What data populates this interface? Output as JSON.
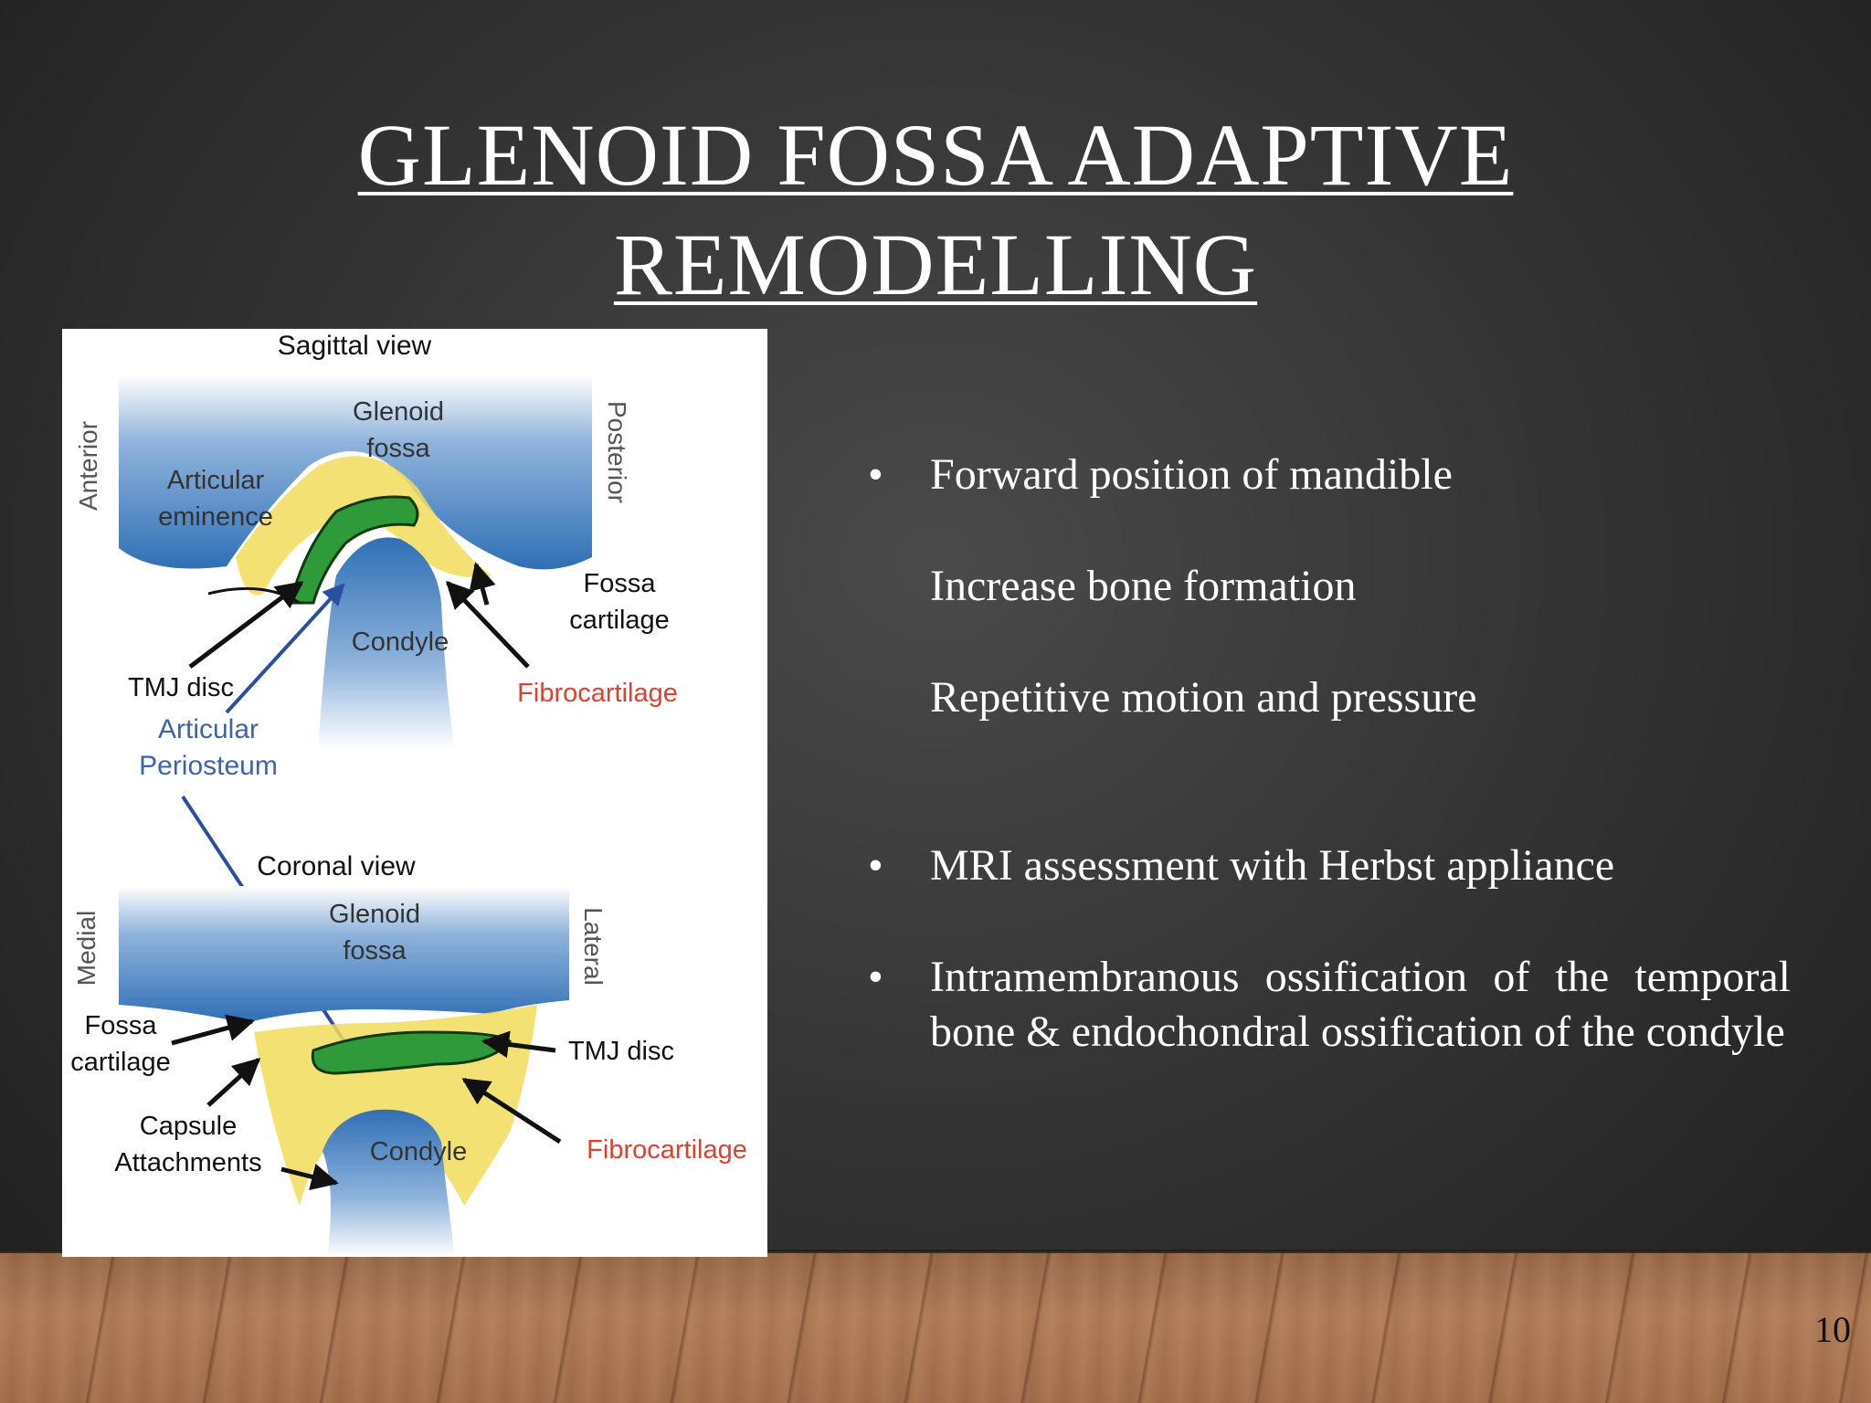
{
  "slide": {
    "title_line1": "GLENOID FOSSA ADAPTIVE",
    "title_line2": "REMODELLING",
    "page_number": "10"
  },
  "figure": {
    "sagittal": {
      "heading": "Sagittal view",
      "anterior": "Anterior",
      "posterior": "Posterior",
      "glenoid_l1": "Glenoid",
      "glenoid_l2": "fossa",
      "articular_l1": "Articular",
      "articular_l2": "eminence",
      "fossa_cart_l1": "Fossa",
      "fossa_cart_l2": "cartilage",
      "condyle": "Condyle",
      "tmj_disc": "TMJ disc",
      "fibrocartilage": "Fibrocartilage",
      "periosteum_l1": "Articular",
      "periosteum_l2": "Periosteum"
    },
    "coronal": {
      "heading": "Coronal view",
      "medial": "Medial",
      "lateral": "Lateral",
      "glenoid_l1": "Glenoid",
      "glenoid_l2": "fossa",
      "fossa_cart_l1": "Fossa",
      "fossa_cart_l2": "cartilage",
      "tmj_disc": "TMJ disc",
      "capsule_l1": "Capsule",
      "capsule_l2": "Attachments",
      "condyle": "Condyle",
      "fibrocartilage": "Fibrocartilage"
    },
    "colors": {
      "bone_blue": "#2f6fb5",
      "disc_green": "#2e9a3a",
      "cartilage_yellow": "#f2dc5a",
      "red_label": "#e0412c",
      "blue_label": "#3a64b0"
    }
  },
  "bullets": {
    "bullet_symbol": "•",
    "item1": "Forward position of mandible",
    "item1_sub1": "Increase bone formation",
    "item1_sub2": "Repetitive motion and pressure",
    "item2": "MRI assessment with Herbst appliance",
    "item3": "Intramembranous ossification of the temporal bone & endochondral ossification of the condyle"
  }
}
